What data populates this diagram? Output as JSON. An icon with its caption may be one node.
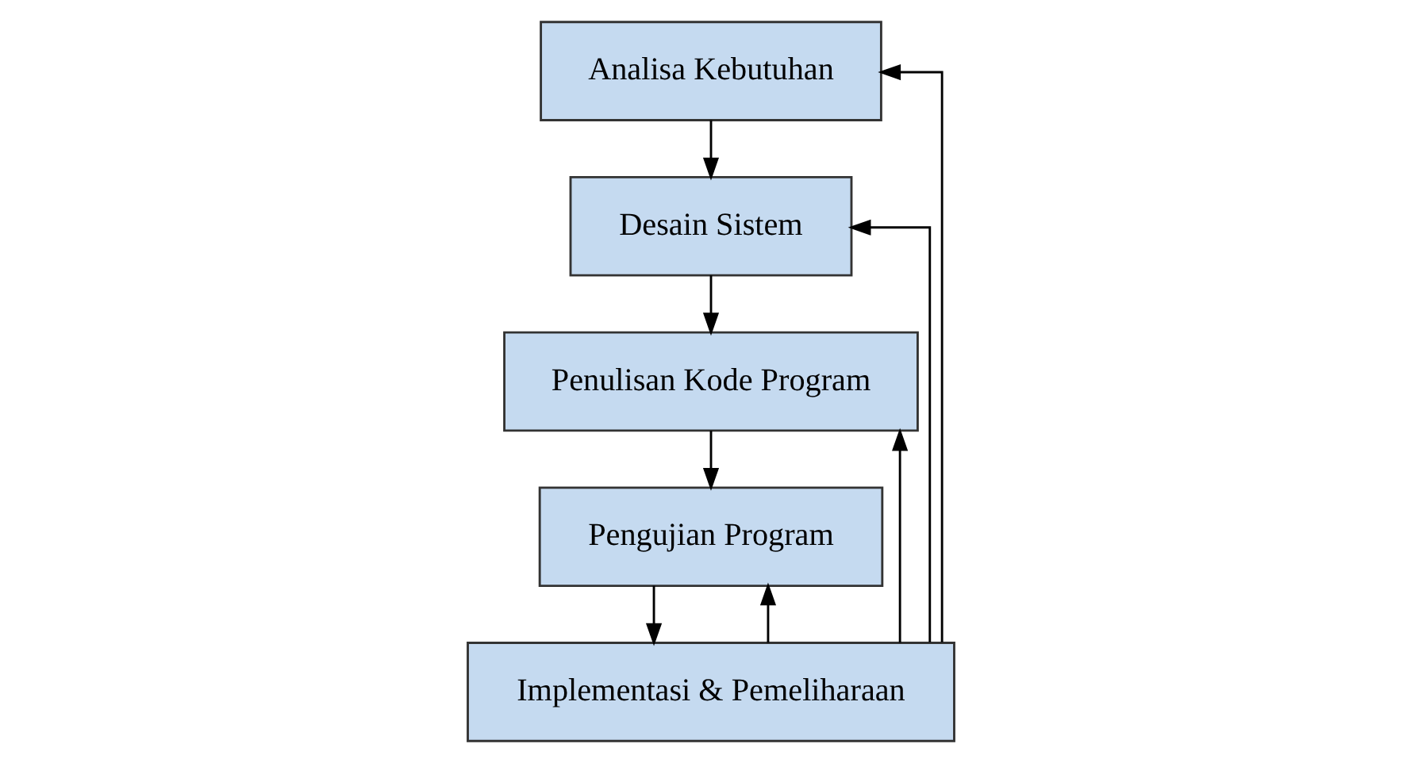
{
  "diagram": {
    "nodes": [
      {
        "text": [
          "Analisa Kebutuhan"
        ]
      },
      {
        "text": [
          "Desain Sistem"
        ]
      },
      {
        "text": [
          "Penulisan Kode Program"
        ]
      },
      {
        "text": [
          "Pengujian Program"
        ]
      },
      {
        "text": [
          "Implementasi & Pemeliharaan"
        ]
      }
    ],
    "edges": [
      {
        "from": 0,
        "to": 1,
        "arrow": "to"
      },
      {
        "from": 1,
        "to": 2,
        "arrow": "to"
      },
      {
        "from": 2,
        "to": 3,
        "arrow": "to"
      },
      {
        "from": 3,
        "to": 4,
        "arrow": "to"
      },
      {
        "from": 4,
        "to": 3,
        "arrow": "to"
      },
      {
        "from": 4,
        "to": 2,
        "arrow": "to"
      },
      {
        "from": 4,
        "to": 1,
        "arrow": "to"
      },
      {
        "from": 4,
        "to": 0,
        "arrow": "to"
      }
    ]
  }
}
